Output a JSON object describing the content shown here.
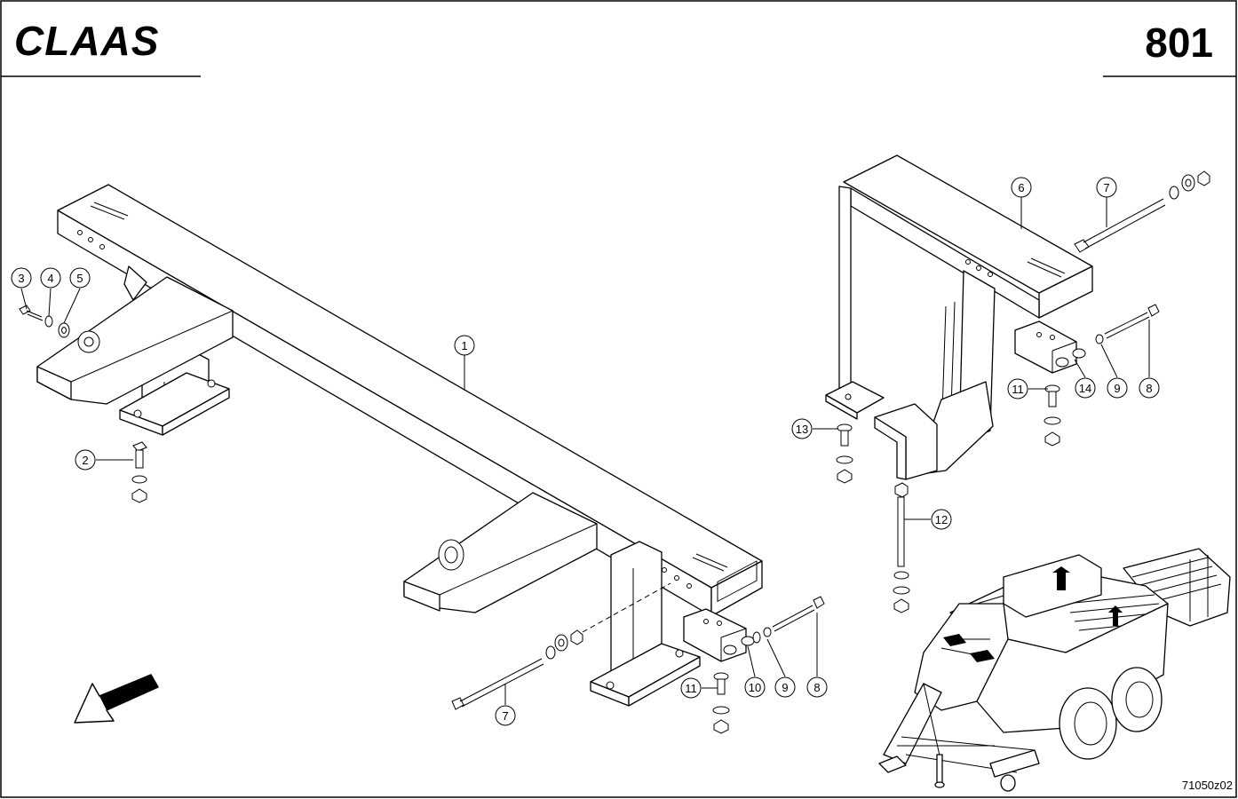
{
  "header": {
    "brand": "CLAAS",
    "page_number": "801"
  },
  "footer": {
    "drawing_ref": "71050z02"
  },
  "callouts": [
    {
      "id": "c1",
      "label": "1"
    },
    {
      "id": "c2",
      "label": "2"
    },
    {
      "id": "c3",
      "label": "3"
    },
    {
      "id": "c4",
      "label": "4"
    },
    {
      "id": "c5",
      "label": "5"
    },
    {
      "id": "c6",
      "label": "6"
    },
    {
      "id": "c7a",
      "label": "7"
    },
    {
      "id": "c7b",
      "label": "7"
    },
    {
      "id": "c8a",
      "label": "8"
    },
    {
      "id": "c8b",
      "label": "8"
    },
    {
      "id": "c9a",
      "label": "9"
    },
    {
      "id": "c9b",
      "label": "9"
    },
    {
      "id": "c10",
      "label": "10"
    },
    {
      "id": "c11a",
      "label": "11"
    },
    {
      "id": "c11b",
      "label": "11"
    },
    {
      "id": "c12",
      "label": "12"
    },
    {
      "id": "c13",
      "label": "13"
    },
    {
      "id": "c14",
      "label": "14"
    }
  ],
  "icons": {
    "direction": "direction-arrow-icon"
  }
}
